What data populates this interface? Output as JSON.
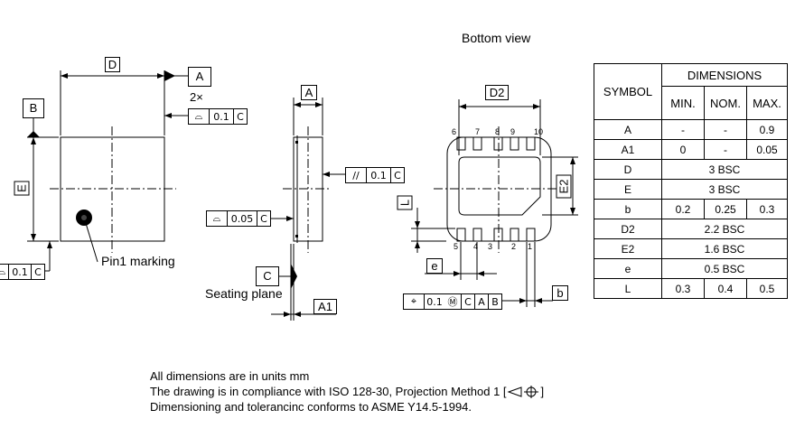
{
  "bottom_view_title": "Bottom view",
  "labels": {
    "D": "D",
    "A_datum": "A",
    "B_datum": "B",
    "C_datum": "C",
    "E": "E",
    "two_x": "2×",
    "pin1": "Pin1 marking",
    "A_dim": "A",
    "seating_plane": "Seating plane",
    "A1": "A1",
    "D2": "D2",
    "E2": "E2",
    "L": "L",
    "e": "e",
    "b": "b"
  },
  "fcf": {
    "top_profile": [
      "⌓",
      "0.1",
      "C"
    ],
    "left_profile": [
      "⌓",
      "0.1",
      "C"
    ],
    "side_profile": [
      "⌓",
      "0.05",
      "C"
    ],
    "parallel": [
      "//",
      "0.1",
      "C"
    ],
    "position": [
      "⌖",
      "0.1",
      "Ⓜ",
      "C",
      "A",
      "B"
    ]
  },
  "pins_top": [
    "6",
    "7",
    "8",
    "9",
    "10"
  ],
  "pins_bottom": [
    "5",
    "4",
    "3",
    "2",
    "1"
  ],
  "table": {
    "col_symbol": "SYMBOL",
    "col_dimensions": "DIMENSIONS",
    "col_min": "MIN.",
    "col_nom": "NOM.",
    "col_max": "MAX.",
    "rows": [
      {
        "sym": "A",
        "min": "-",
        "nom": "-",
        "max": "0.9"
      },
      {
        "sym": "A1",
        "min": "0",
        "nom": "-",
        "max": "0.05"
      },
      {
        "sym": "D",
        "span": "3 BSC"
      },
      {
        "sym": "E",
        "span": "3 BSC"
      },
      {
        "sym": "b",
        "min": "0.2",
        "nom": "0.25",
        "max": "0.3"
      },
      {
        "sym": "D2",
        "span": "2.2 BSC"
      },
      {
        "sym": "E2",
        "span": "1.6 BSC"
      },
      {
        "sym": "e",
        "span": "0.5 BSC"
      },
      {
        "sym": "L",
        "min": "0.3",
        "nom": "0.4",
        "max": "0.5"
      }
    ]
  },
  "notes": {
    "line1": "All dimensions are in units mm",
    "line2": "The drawing is in compliance with ISO 128-30, Projection Method 1 [",
    "line2_end": "]",
    "line3": "Dimensioning and tolerancinc conforms to ASME Y14.5-1994."
  }
}
